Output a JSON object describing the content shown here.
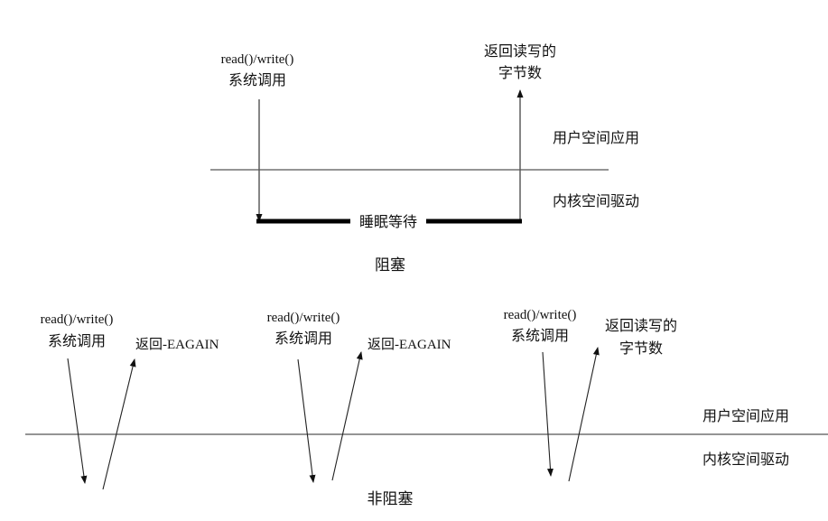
{
  "blocking": {
    "call_line1": "read()/write()",
    "call_line2": "系统调用",
    "return_line1": "返回读写的",
    "return_line2": "字节数",
    "user_space": "用户空间应用",
    "kernel_space": "内核空间驱动",
    "sleep": "睡眠等待",
    "caption": "阻塞"
  },
  "nonblocking": {
    "call_line1": "read()/write()",
    "call_line2": "系统调用",
    "return_eagain": "返回-EAGAIN",
    "return_line1": "返回读写的",
    "return_line2": "字节数",
    "user_space": "用户空间应用",
    "kernel_space": "内核空间驱动",
    "caption": "非阻塞"
  }
}
